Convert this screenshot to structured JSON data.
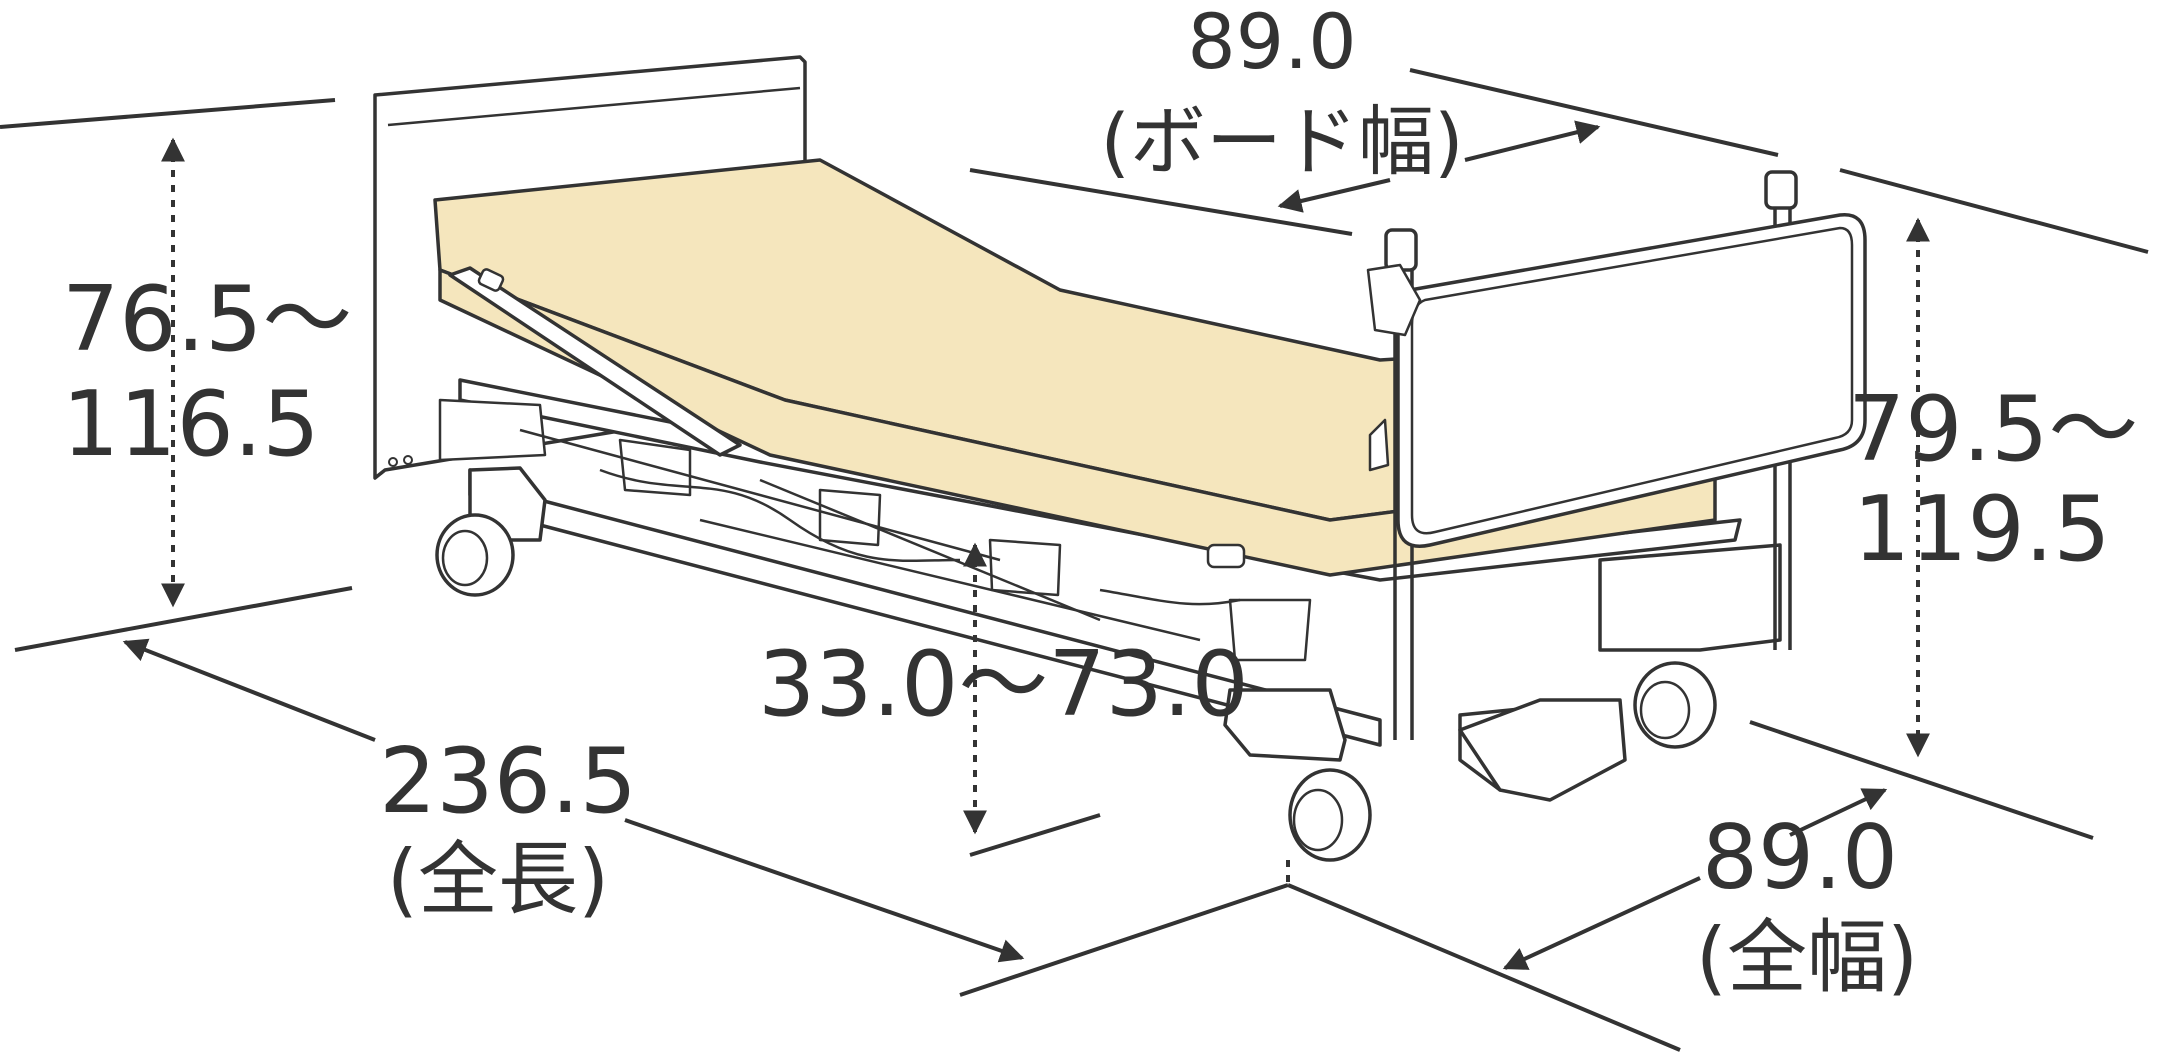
{
  "dimensions": {
    "board_width": {
      "value": "89.0",
      "label": "(ボード幅)"
    },
    "headboard_height": {
      "line1": "76.5～",
      "line2": "116.5"
    },
    "footboard_height": {
      "line1": "79.5～",
      "line2": "119.5"
    },
    "deck_height": {
      "value": "33.0～73.0"
    },
    "total_length": {
      "value": "236.5",
      "label": "(全長)"
    },
    "total_width": {
      "value": "89.0",
      "label": "(全幅)"
    }
  },
  "colors": {
    "mattress": "#f5e6bd",
    "line": "#333333",
    "frame_fill": "#ffffff"
  }
}
